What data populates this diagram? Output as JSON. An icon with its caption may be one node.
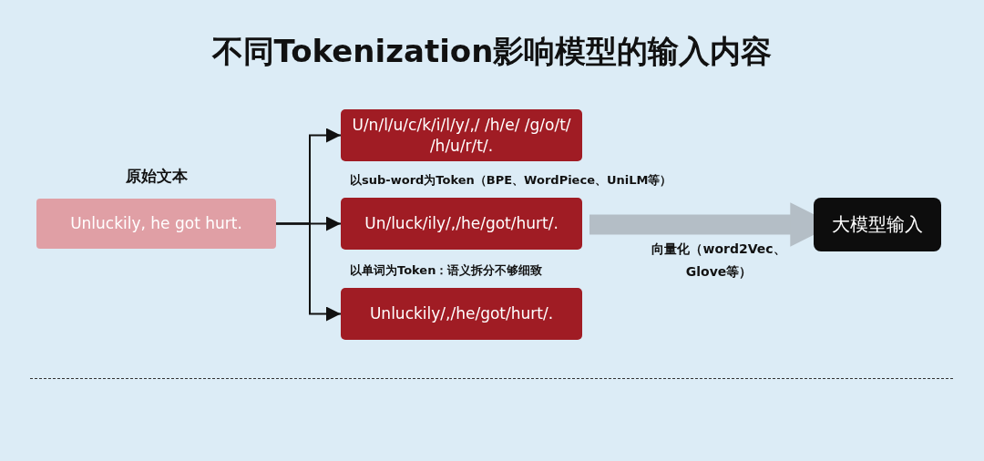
{
  "diagram": {
    "title": "不同Tokenization影响模型的输入内容",
    "nodes": [
      {
        "text": [
          "原始文本",
          "Unluckily, he got hurt."
        ]
      },
      {
        "text": [
          "U/n/l/u/c/k/i/l/y/,/ /h/e/ /g/o/t/ /h/u/r/t/."
        ]
      },
      {
        "text": [
          "Un/luck/ily/,/he/got/hurt/."
        ],
        "beside": [
          "以sub-word为Token（BPE、WordPiece、UniLM等）"
        ]
      },
      {
        "text": [
          "Unluckily/,/he/got/hurt/."
        ],
        "beside": [
          "以单词为Token：语义拆分不够细致"
        ]
      },
      {
        "text": [
          "大模型输入"
        ]
      }
    ],
    "edges": [
      {
        "from": 0,
        "to": 1,
        "arrow": "to"
      },
      {
        "from": 0,
        "to": 2,
        "arrow": "to"
      },
      {
        "from": 0,
        "to": 3,
        "arrow": "to"
      },
      {
        "from": 2,
        "to": 4,
        "arrow": "to",
        "label": "向量化（word2Vec、Glove等）",
        "style": "thick",
        "color": "#b4bec6"
      }
    ]
  }
}
